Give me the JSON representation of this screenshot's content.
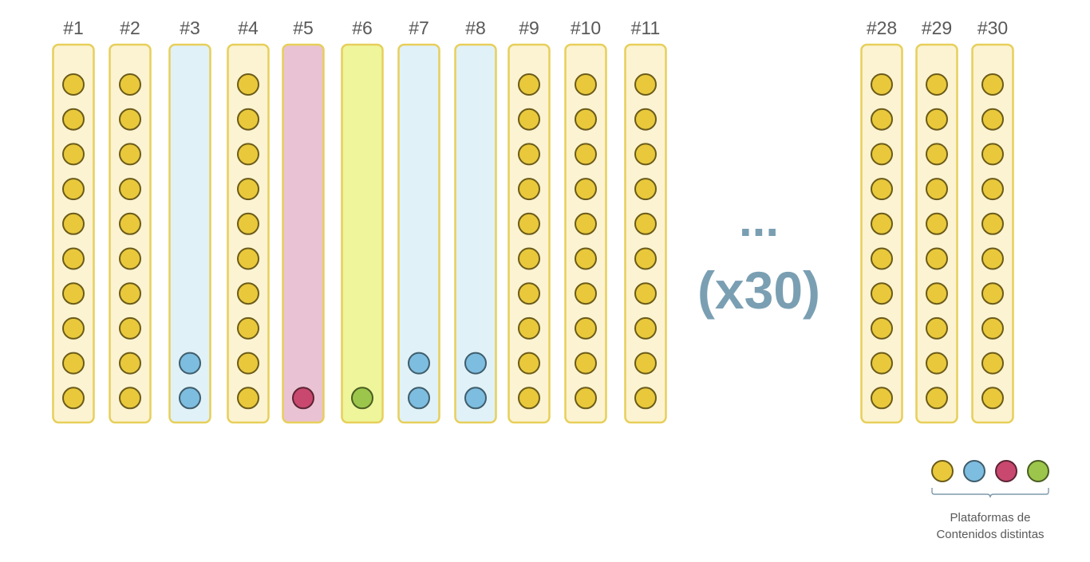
{
  "diagram": {
    "columns": [
      {
        "label": "#1",
        "fill": "yellow",
        "dots": [
          "yellow",
          "yellow",
          "yellow",
          "yellow",
          "yellow",
          "yellow",
          "yellow",
          "yellow",
          "yellow",
          "yellow"
        ]
      },
      {
        "label": "#2",
        "fill": "yellow",
        "dots": [
          "yellow",
          "yellow",
          "yellow",
          "yellow",
          "yellow",
          "yellow",
          "yellow",
          "yellow",
          "yellow",
          "yellow"
        ]
      },
      {
        "label": "#3",
        "fill": "blue",
        "dots": [
          "blue",
          "blue"
        ]
      },
      {
        "label": "#4",
        "fill": "yellow",
        "dots": [
          "yellow",
          "yellow",
          "yellow",
          "yellow",
          "yellow",
          "yellow",
          "yellow",
          "yellow",
          "yellow",
          "yellow"
        ]
      },
      {
        "label": "#5",
        "fill": "pink",
        "dots": [
          "pink"
        ]
      },
      {
        "label": "#6",
        "fill": "green",
        "dots": [
          "green"
        ]
      },
      {
        "label": "#7",
        "fill": "blue",
        "dots": [
          "blue",
          "blue"
        ]
      },
      {
        "label": "#8",
        "fill": "blue",
        "dots": [
          "blue",
          "blue"
        ]
      },
      {
        "label": "#9",
        "fill": "yellow",
        "dots": [
          "yellow",
          "yellow",
          "yellow",
          "yellow",
          "yellow",
          "yellow",
          "yellow",
          "yellow",
          "yellow",
          "yellow"
        ]
      },
      {
        "label": "#10",
        "fill": "yellow",
        "dots": [
          "yellow",
          "yellow",
          "yellow",
          "yellow",
          "yellow",
          "yellow",
          "yellow",
          "yellow",
          "yellow",
          "yellow"
        ]
      },
      {
        "label": "#11",
        "fill": "yellow",
        "dots": [
          "yellow",
          "yellow",
          "yellow",
          "yellow",
          "yellow",
          "yellow",
          "yellow",
          "yellow",
          "yellow",
          "yellow"
        ]
      },
      {
        "label": "#28",
        "fill": "yellow",
        "dots": [
          "yellow",
          "yellow",
          "yellow",
          "yellow",
          "yellow",
          "yellow",
          "yellow",
          "yellow",
          "yellow",
          "yellow"
        ]
      },
      {
        "label": "#29",
        "fill": "yellow",
        "dots": [
          "yellow",
          "yellow",
          "yellow",
          "yellow",
          "yellow",
          "yellow",
          "yellow",
          "yellow",
          "yellow",
          "yellow"
        ]
      },
      {
        "label": "#30",
        "fill": "yellow",
        "dots": [
          "yellow",
          "yellow",
          "yellow",
          "yellow",
          "yellow",
          "yellow",
          "yellow",
          "yellow",
          "yellow",
          "yellow"
        ]
      }
    ],
    "ellipsis": "...",
    "multiplier": "(x30)",
    "legend": {
      "dots": [
        "yellow",
        "blue",
        "pink",
        "green"
      ],
      "caption_line1": "Plataformas de",
      "caption_line2": "Contenidos distintas"
    }
  },
  "colors": {
    "yellow": {
      "column_fill": "#fbf3d2",
      "column_stroke": "#e7cf5a",
      "dot_fill": "#e9c93b",
      "dot_stroke": "#6b5b1a"
    },
    "blue": {
      "column_fill": "#e0f1f8",
      "column_stroke": "#e7cf5a",
      "dot_fill": "#7dbde0",
      "dot_stroke": "#3f5d6b"
    },
    "pink": {
      "column_fill": "#e9c3d3",
      "column_stroke": "#e7cf5a",
      "dot_fill": "#c9486f",
      "dot_stroke": "#5c2434"
    },
    "green": {
      "column_fill": "#eef59b",
      "column_stroke": "#e7cf5a",
      "dot_fill": "#9cc64b",
      "dot_stroke": "#4a5d22"
    },
    "brace": "#7f9aac",
    "text": "#595959",
    "accent_text": "#7a9fb3"
  }
}
